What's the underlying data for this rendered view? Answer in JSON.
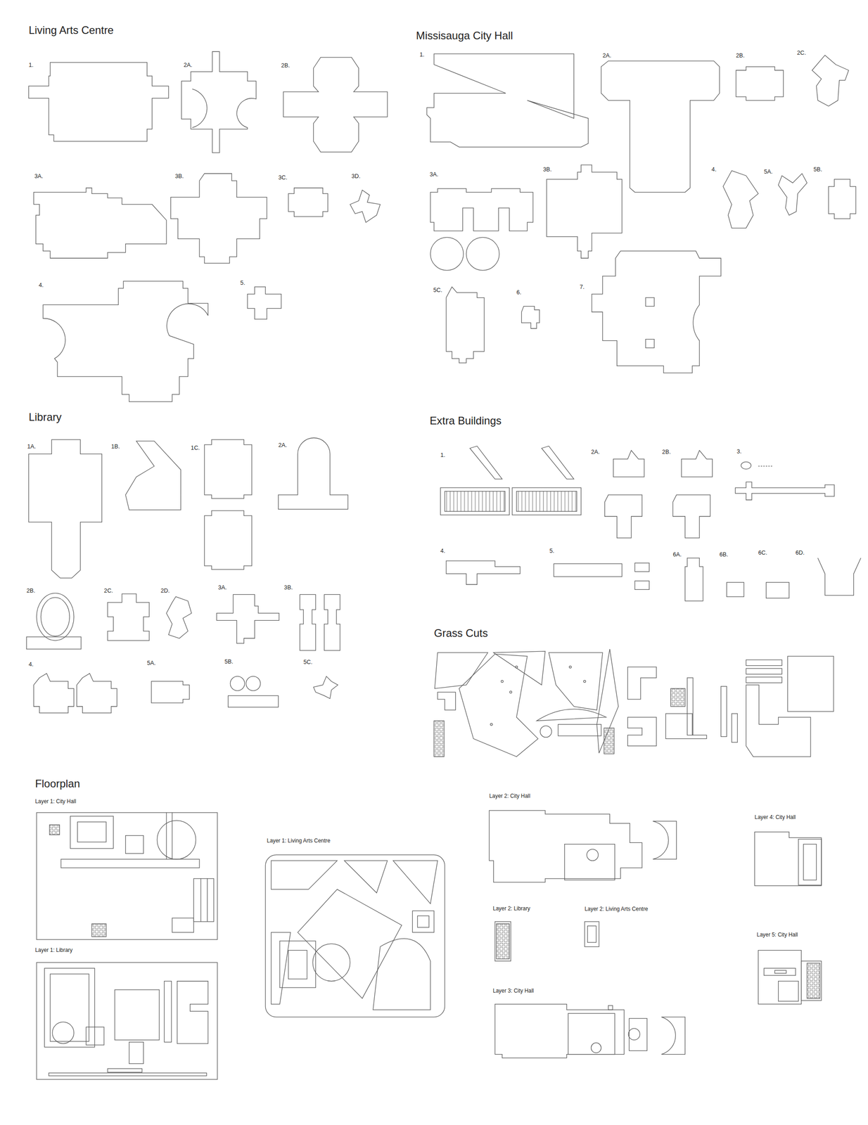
{
  "diagram": {
    "labels": [
      "Living Arts Centre",
      "1.",
      "2A.",
      "2B.",
      "3A.",
      "3B.",
      "3C.",
      "3D.",
      "4.",
      "5.",
      "Missisauga City Hall",
      "1.",
      "2A.",
      "2B.",
      "2C.",
      "3A.",
      "3B.",
      "4.",
      "5A.",
      "5B.",
      "5C.",
      "6.",
      "7.",
      "Library",
      "1A.",
      "1B.",
      "1C.",
      "2A.",
      "2B.",
      "2C.",
      "2D.",
      "3A.",
      "3B.",
      "4.",
      "5A.",
      "5B.",
      "5C.",
      "Extra Buildings",
      "1.",
      "2A.",
      "2B.",
      "3.",
      "4.",
      "5.",
      "6A.",
      "6B.",
      "6C.",
      "6D.",
      "Grass Cuts",
      "Floorplan",
      "Layer 1: City Hall",
      "Layer 1: Library",
      "Layer 1: Living Arts Centre",
      "Layer 2: City Hall",
      "Layer 4: City Hall",
      "Layer 2: Library",
      "Layer 2: Living Arts Centre",
      "Layer 5: City Hall",
      "Layer 3: City Hall"
    ]
  }
}
